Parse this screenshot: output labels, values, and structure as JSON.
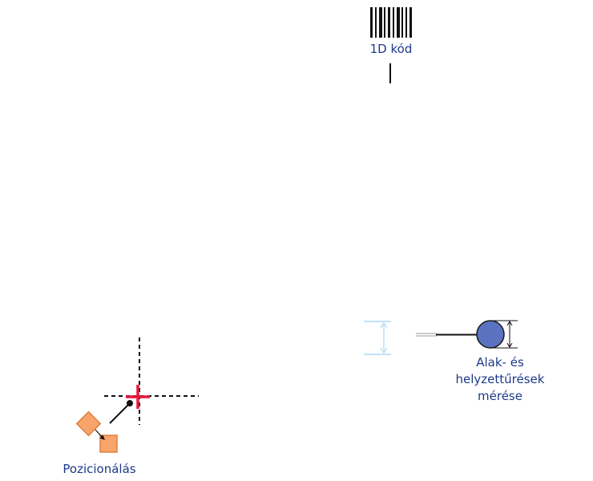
{
  "labels": {
    "barcode_1d": "1D kód",
    "tolerance_line1": "Alak- és",
    "tolerance_line2": "helyzettűrések",
    "tolerance_line3": "mérése",
    "positioning": "Pozicionálás"
  },
  "icons": {
    "barcode": "barcode-icon",
    "height_marker": "height-marker-icon",
    "probe": "probe-circle-icon",
    "crosshair": "crosshair-icon",
    "squares": "orange-squares-icon"
  },
  "colors": {
    "label_text": "#1d3a8a",
    "stroke_dark": "#111111",
    "light_blue": "#bfe3f5",
    "circle_fill": "#5a72bf",
    "circle_stroke": "#1a1a1a",
    "target_red": "#e8173f",
    "orange_fill": "#f7a56a",
    "orange_stroke": "#e0803c"
  }
}
